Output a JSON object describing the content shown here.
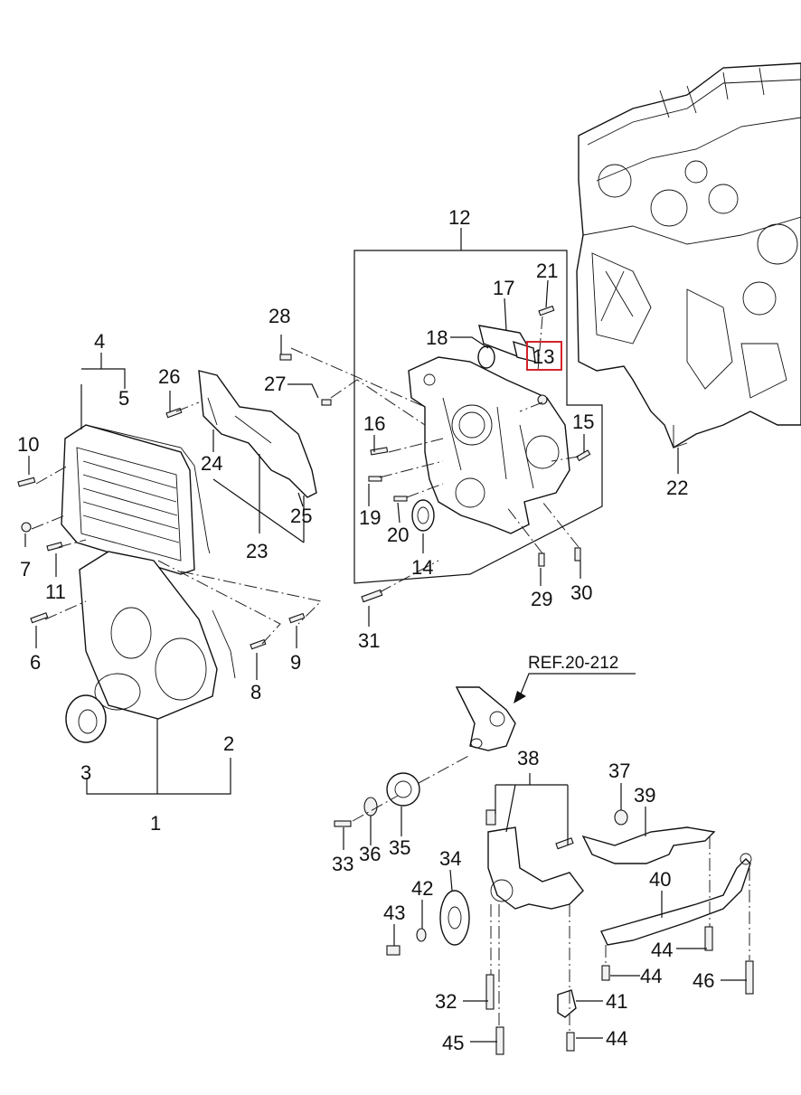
{
  "diagram": {
    "reference": "REF.20-212",
    "highlighted_callout": "13",
    "highlight_color": "#d2232a",
    "callouts": [
      "1",
      "2",
      "3",
      "4",
      "5",
      "6",
      "7",
      "8",
      "9",
      "10",
      "11",
      "12",
      "13",
      "14",
      "15",
      "16",
      "17",
      "18",
      "19",
      "20",
      "21",
      "22",
      "23",
      "24",
      "25",
      "26",
      "27",
      "28",
      "29",
      "30",
      "31",
      "32",
      "33",
      "34",
      "35",
      "36",
      "37",
      "38",
      "39",
      "40",
      "41",
      "42",
      "43",
      "44",
      "44",
      "44",
      "44",
      "45",
      "46"
    ]
  }
}
